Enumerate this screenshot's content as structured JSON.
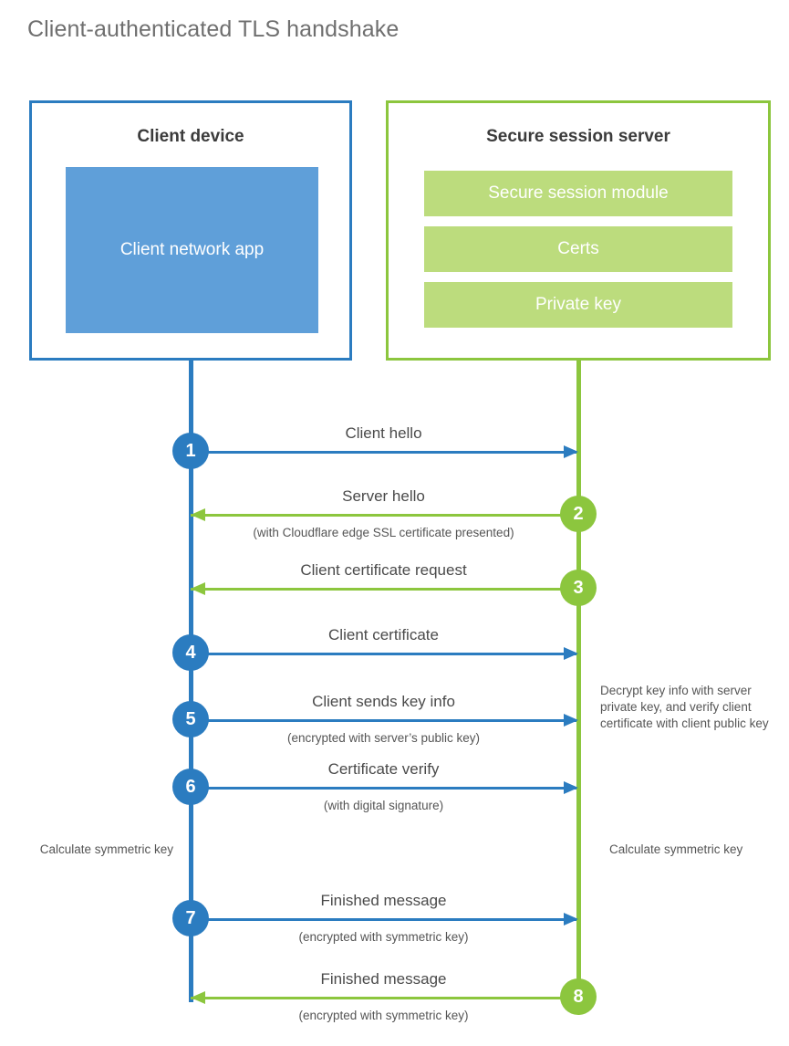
{
  "title": "Client-authenticated TLS handshake",
  "colors": {
    "client_blue": "#2b7cc0",
    "client_app_fill": "#5f9fd9",
    "server_green": "#8cc63e",
    "server_bar_fill": "#bcdc7d",
    "text_gray": "#4a4a4a",
    "title_gray": "#6f6f6f"
  },
  "client_box": {
    "heading": "Client device",
    "app_label": "Client network app"
  },
  "server_box": {
    "heading": "Secure session server",
    "components": [
      "Secure session module",
      "Certs",
      "Private key"
    ]
  },
  "steps": [
    {
      "number": "1",
      "label": "Client hello",
      "sub": "",
      "direction": "client-to-server",
      "origin": "client"
    },
    {
      "number": "2",
      "label": "Server hello",
      "sub": "(with Cloudflare edge SSL certificate presented)",
      "direction": "server-to-client",
      "origin": "server"
    },
    {
      "number": "3",
      "label": "Client certificate request",
      "sub": "",
      "direction": "server-to-client",
      "origin": "server"
    },
    {
      "number": "4",
      "label": "Client certificate",
      "sub": "",
      "direction": "client-to-server",
      "origin": "client"
    },
    {
      "number": "5",
      "label": "Client sends key info",
      "sub": "(encrypted with server’s public key)",
      "direction": "client-to-server",
      "origin": "client"
    },
    {
      "number": "6",
      "label": "Certificate verify",
      "sub": "(with digital signature)",
      "direction": "client-to-server",
      "origin": "client"
    },
    {
      "number": "7",
      "label": "Finished message",
      "sub": "(encrypted with symmetric key)",
      "direction": "client-to-server",
      "origin": "client"
    },
    {
      "number": "8",
      "label": "Finished message",
      "sub": "(encrypted with symmetric key)",
      "direction": "server-to-client",
      "origin": "server"
    }
  ],
  "annotations": {
    "decrypt_note": "Decrypt key info with server private key, and verify client certificate with client public key",
    "calculate_client": "Calculate symmetric key",
    "calculate_server": "Calculate symmetric key"
  }
}
